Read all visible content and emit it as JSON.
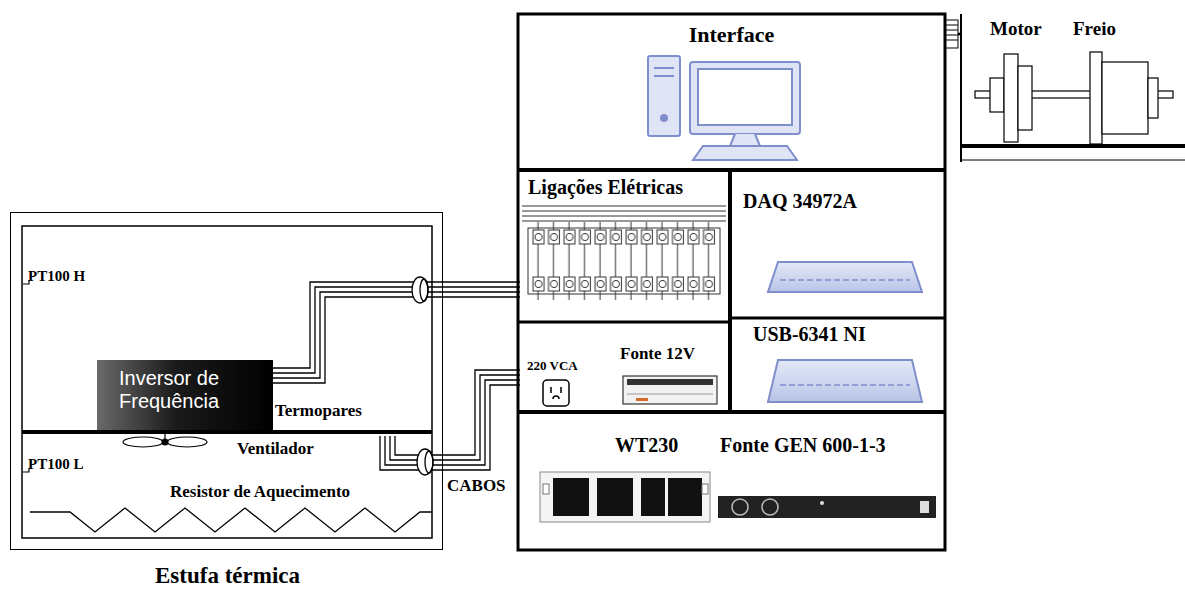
{
  "diagram": {
    "nodes": [
      {
        "text": [
          "Estufa térmica"
        ]
      },
      {
        "text": [
          "Inversor de Frequência"
        ],
        "in": 0
      },
      {
        "text": [
          "Interface"
        ]
      },
      {
        "text": [
          "Ligações Elétricas"
        ]
      },
      {
        "text": [
          "DAQ 34972A"
        ]
      },
      {
        "text": [
          "220 VCA",
          "Fonte 12V"
        ]
      },
      {
        "text": [
          "USB-6341 NI"
        ]
      },
      {
        "text": [
          "WT230",
          "Fonte GEN 600-1-3"
        ]
      },
      {
        "text": [
          "Motor",
          "Freio"
        ]
      }
    ],
    "edges": [
      {
        "from": 1,
        "to": 3,
        "arrow": "none"
      },
      {
        "from": 0,
        "to": 5,
        "arrow": "none"
      },
      {
        "from": 2,
        "to": 8,
        "arrow": "none"
      }
    ],
    "labels": [
      "PT100 H",
      "Termopares",
      "Ventilador",
      "PT100 L",
      "Resistor de Aquecimento",
      "CABOS"
    ]
  }
}
